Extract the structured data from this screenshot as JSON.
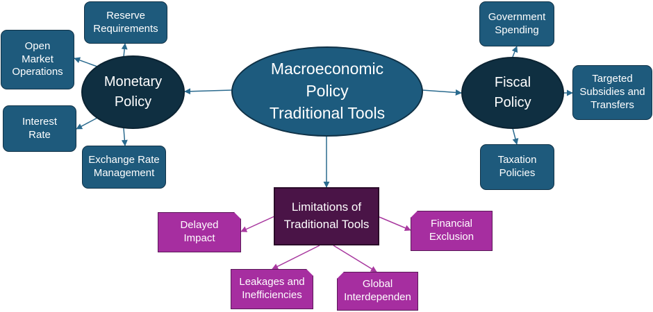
{
  "diagram": {
    "center": {
      "label": "Macroeconomic\nPolicy\nTraditional Tools"
    },
    "monetary": {
      "label": "Monetary\nPolicy",
      "children": [
        {
          "label": "Reserve\nRequirements"
        },
        {
          "label": "Open\nMarket\nOperations"
        },
        {
          "label": "Interest\nRate"
        },
        {
          "label": "Exchange Rate\nManagement"
        }
      ]
    },
    "fiscal": {
      "label": "Fiscal\nPolicy",
      "children": [
        {
          "label": "Government\nSpending"
        },
        {
          "label": "Targeted\nSubsidies and\nTransfers"
        },
        {
          "label": "Taxation\nPolicies"
        }
      ]
    },
    "limitations": {
      "label": "Limitations of\nTraditional Tools",
      "children": [
        {
          "label": "Delayed\nImpact"
        },
        {
          "label": "Financial\nExclusion"
        },
        {
          "label": "Leakages and\nInefficiencies"
        },
        {
          "label": "Global\nInterdependen"
        }
      ]
    },
    "colors": {
      "box_blue": "#1e5a7c",
      "ellipse_dark": "#0f2f41",
      "limitations_box": "#4a1447",
      "limitation_item": "#a62ea0",
      "connector_blue": "#2a6a8e",
      "connector_magenta": "#a8389f"
    }
  }
}
